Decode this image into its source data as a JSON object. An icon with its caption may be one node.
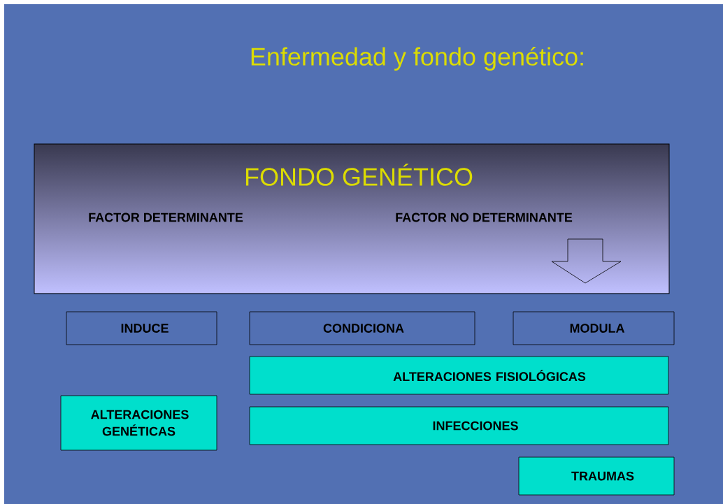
{
  "diagram": {
    "title": "Enfermedad y fondo genético:",
    "nodes": [
      {
        "text": [
          "FONDO GENÉTICO",
          "FACTOR DETERMINANTE",
          "FACTOR NO DETERMINANTE"
        ]
      },
      {
        "text": [
          "INDUCE"
        ]
      },
      {
        "text": [
          "CONDICIONA"
        ]
      },
      {
        "text": [
          "MODULA"
        ]
      },
      {
        "text": [
          "ALTERACIONES FISIOLÓGICAS"
        ]
      },
      {
        "text": [
          "ALTERACIONES GENÉTICAS"
        ]
      },
      {
        "text": [
          "INFECCIONES"
        ]
      },
      {
        "text": [
          "TRAUMAS"
        ]
      }
    ]
  }
}
